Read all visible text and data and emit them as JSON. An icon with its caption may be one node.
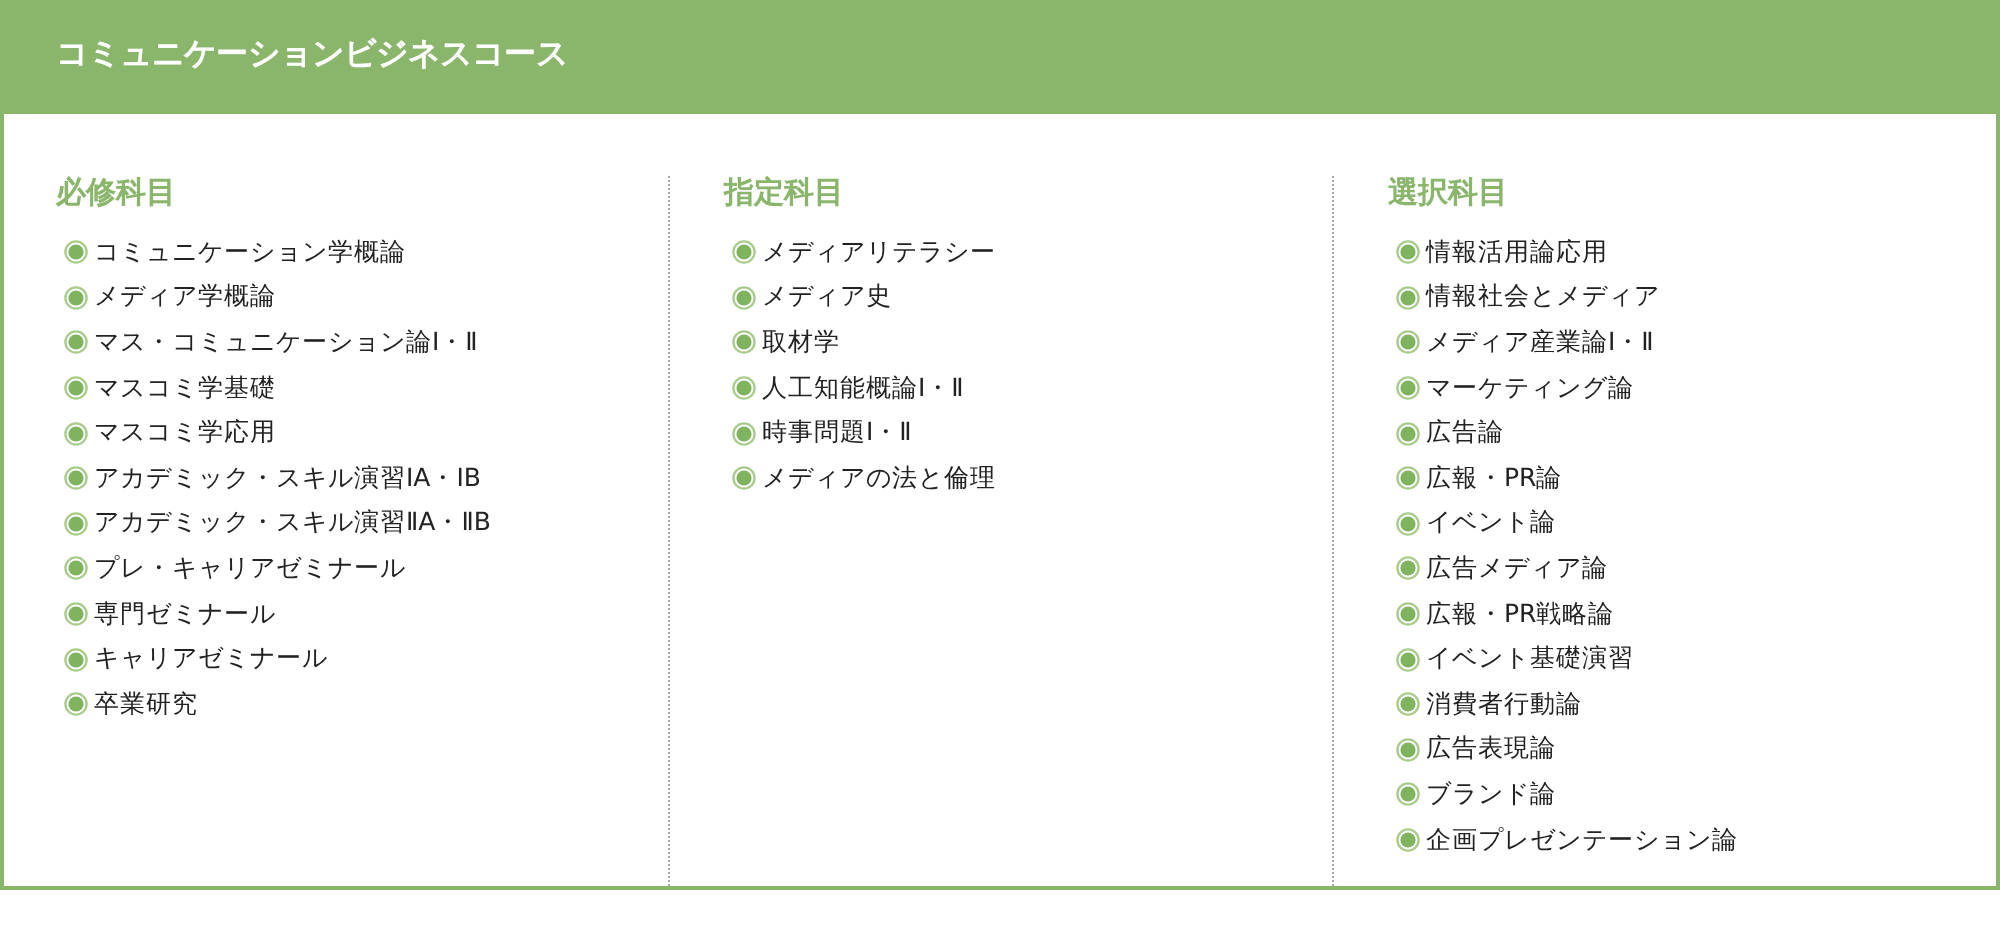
{
  "diagram": {
    "title": "コミュニケーションビジネスコース",
    "nodes": [
      {
        "text": [
          "必修科目",
          "コミュニケーション学概論",
          "メディア学概論",
          "マス・コミュニケーション論Ⅰ・Ⅱ",
          "マスコミ学基礎",
          "マスコミ学応用",
          "アカデミック・スキル演習ⅠA・ⅠB",
          "アカデミック・スキル演習ⅡA・ⅡB",
          "プレ・キャリアゼミナール",
          "専門ゼミナール",
          "キャリアゼミナール",
          "卒業研究"
        ]
      },
      {
        "text": [
          "指定科目",
          "メディアリテラシー",
          "メディア史",
          "取材学",
          "人工知能概論Ⅰ・Ⅱ",
          "時事問題Ⅰ・Ⅱ",
          "メディアの法と倫理"
        ]
      },
      {
        "text": [
          "選択科目",
          "情報活用論応用",
          "情報社会とメディア",
          "メディア産業論Ⅰ・Ⅱ",
          "マーケティング論",
          "広告論",
          "広報・PR論",
          "イベント論",
          "広告メディア論",
          "広報・PR戦略論",
          "イベント基礎演習",
          "消費者行動論",
          "広告表現論",
          "ブランド論",
          "企画プレゼンテーション論"
        ]
      }
    ]
  }
}
